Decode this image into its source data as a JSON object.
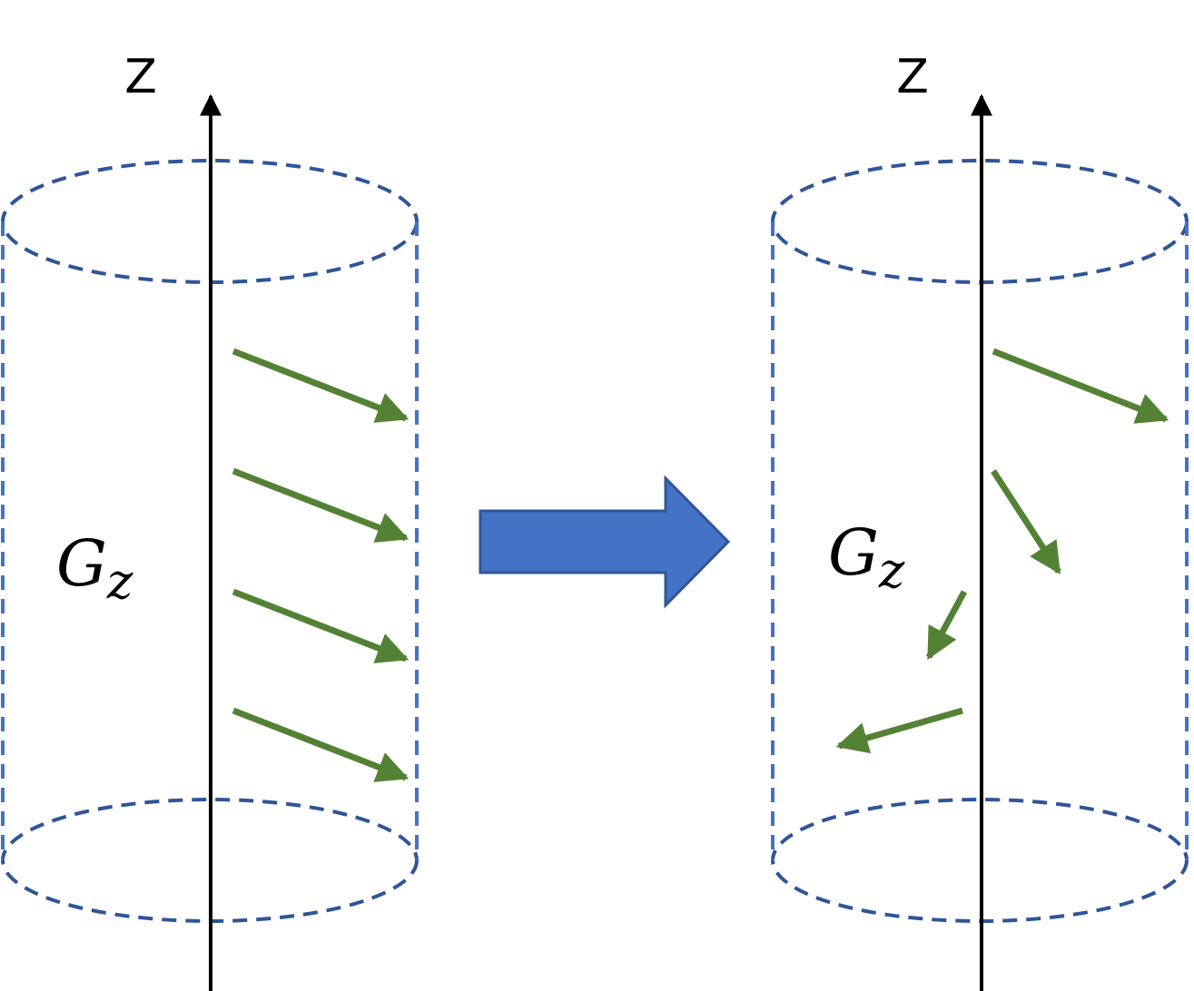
{
  "panels": [
    {
      "axis_label": "Z",
      "field_symbol": "G",
      "field_subscript": "z",
      "description": "aligned"
    },
    {
      "axis_label": "Z",
      "field_symbol": "G",
      "field_subscript": "z",
      "description": "dephased"
    }
  ],
  "colors": {
    "cylinder": "#2F5597",
    "arrow": "#548235",
    "transition_arrow_fill": "#4472C4",
    "transition_arrow_stroke": "#2F5597",
    "axis": "#000000"
  }
}
